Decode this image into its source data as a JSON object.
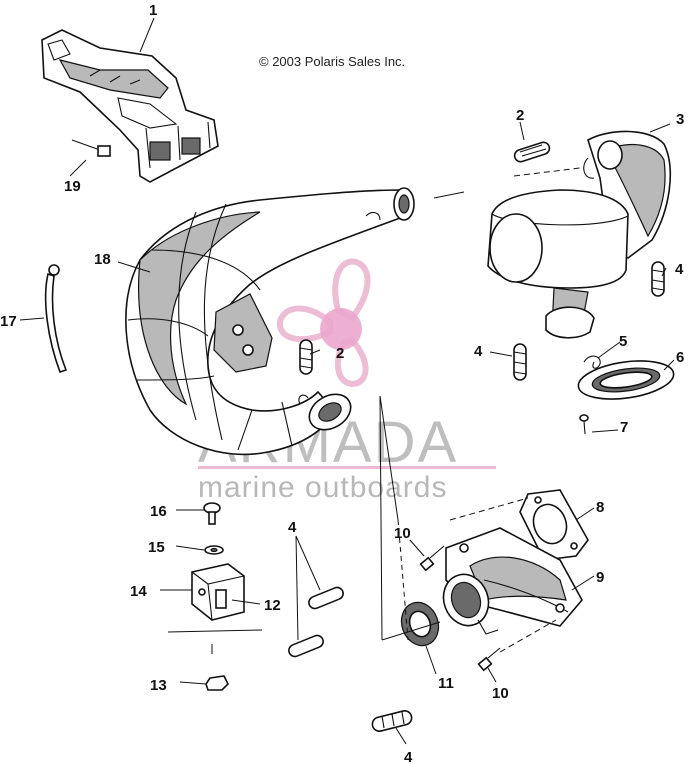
{
  "copyright": "© 2003 Polaris Sales Inc.",
  "watermark": {
    "brand": "ARMADA",
    "tagline": "marine outboards",
    "colors": {
      "logo_pink": "#e7a6c8",
      "logo_ball": "#e48bbd",
      "text_gray": "#8a8a8a"
    }
  },
  "callouts": {
    "c1": "1",
    "c2a": "2",
    "c2b": "2",
    "c3": "3",
    "c4a": "4",
    "c4b": "4",
    "c4c": "4",
    "c4d": "4",
    "c5": "5",
    "c6": "6",
    "c7": "7",
    "c8": "8",
    "c9": "9",
    "c10a": "10",
    "c10b": "10",
    "c11": "11",
    "c12": "12",
    "c13": "13",
    "c14": "14",
    "c15": "15",
    "c16": "16",
    "c17": "17",
    "c18": "18",
    "c19": "19"
  }
}
